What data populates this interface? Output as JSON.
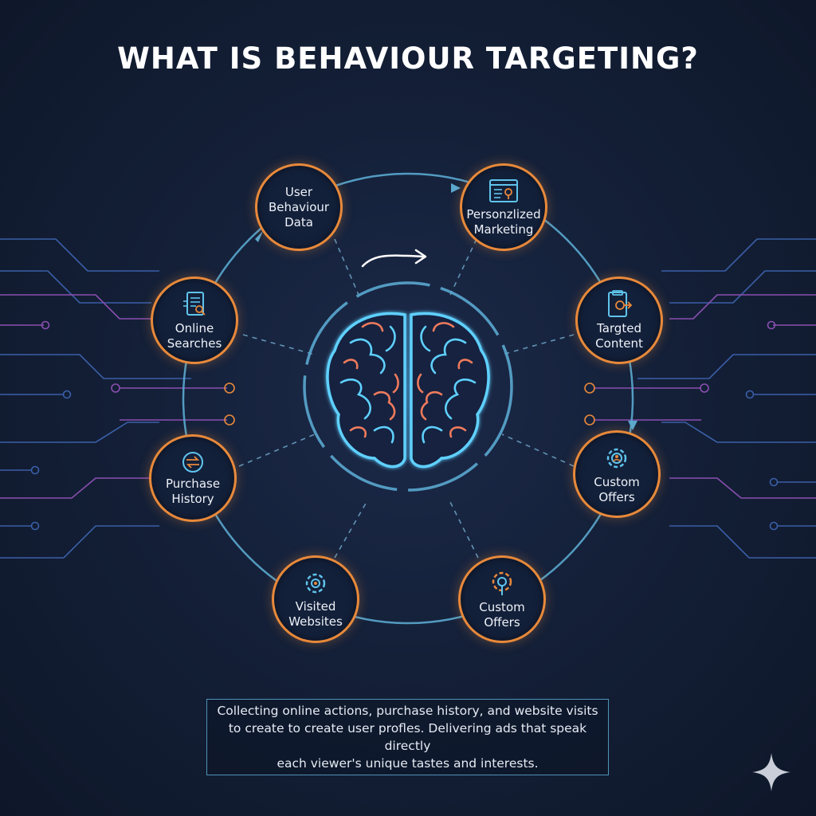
{
  "title": "WHAT IS BEHAVIOUR TARGETING?",
  "nodes": [
    {
      "id": "user-behaviour-data",
      "label": "User\nBehaviour\nData",
      "icon": "none"
    },
    {
      "id": "personalized-marketing",
      "label": "Personzlized\nMarketing",
      "icon": "browser-icon"
    },
    {
      "id": "targeted-content",
      "label": "Targted\nContent",
      "icon": "clipboard-icon"
    },
    {
      "id": "custom-offers-right",
      "label": "Custom\nOffers",
      "icon": "gear-icon"
    },
    {
      "id": "custom-offers-bottom",
      "label": "Custom\nOffers",
      "icon": "gear-user-icon"
    },
    {
      "id": "visited-websites",
      "label": "Visited\nWebsites",
      "icon": "gear-icon"
    },
    {
      "id": "purchase-history",
      "label": "Purchase\nHistory",
      "icon": "exchange-icon"
    },
    {
      "id": "online-searches",
      "label": "Online\nSearches",
      "icon": "document-icon"
    }
  ],
  "description": "Collecting online actions, purchase history, and website visits\nto create to create user profles. Delivering ads that speak directly\neach viewer's unique tastes and interests.",
  "colors": {
    "background": "#142038",
    "node_border": "#e8893a",
    "ring": "#5aa8d0",
    "brain_outline": "#5fd0ff",
    "brain_fold": "#f07a5c",
    "circuit_blue": "#3b5fa8",
    "circuit_purple": "#8a4fb0"
  }
}
